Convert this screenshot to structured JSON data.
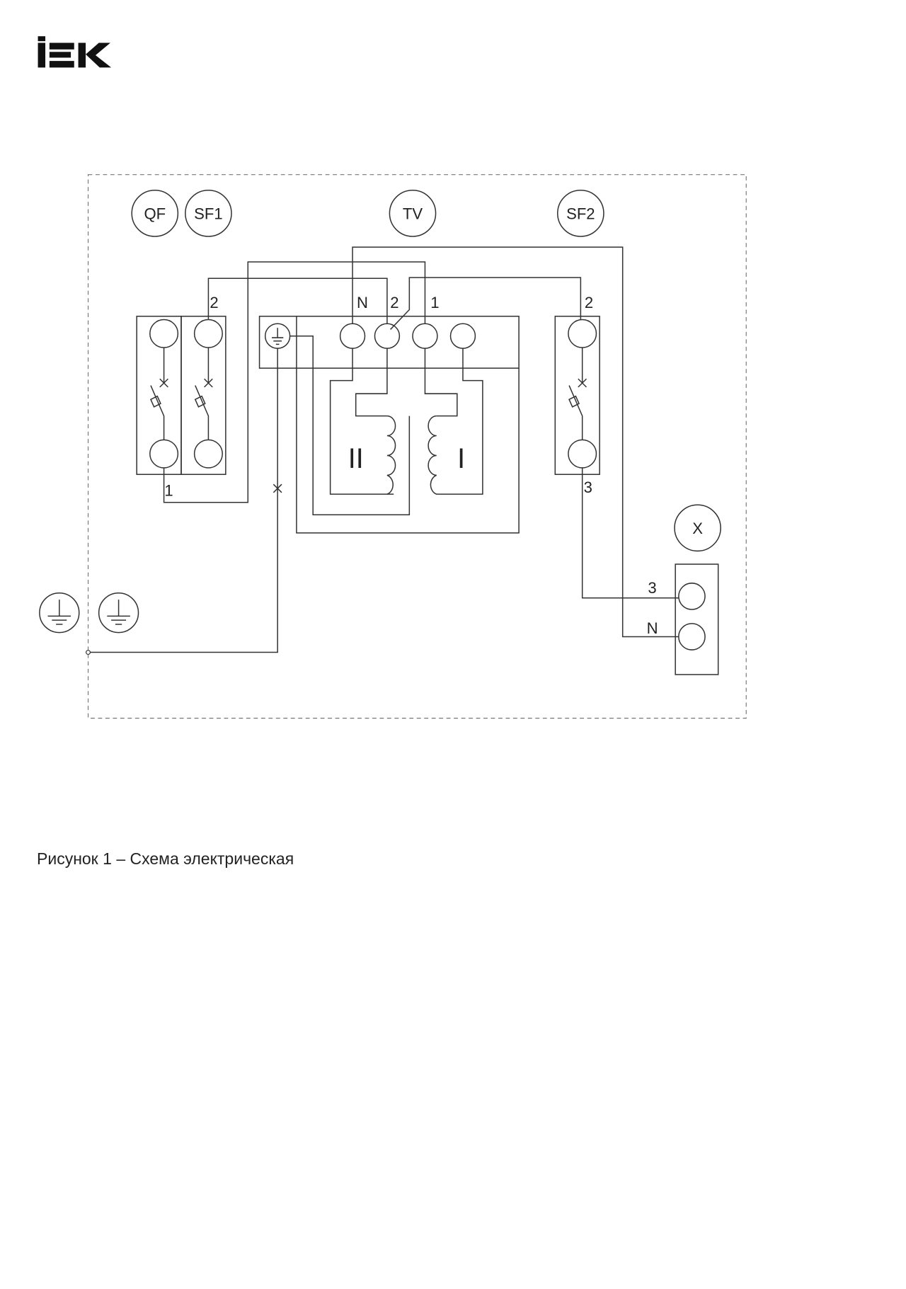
{
  "logo": {
    "text": "IEK"
  },
  "labels": {
    "qf": "QF",
    "sf1": "SF1",
    "tv": "TV",
    "sf2": "SF2",
    "x": "X"
  },
  "wire_numbers": {
    "sf1_top": "2",
    "qf_bottom": "1",
    "tv_n": "N",
    "tv_2": "2",
    "tv_1": "1",
    "sf2_top": "2",
    "sf2_bottom": "3",
    "x_3": "3",
    "x_n": "N"
  },
  "windings": {
    "secondary": "II",
    "primary": "I"
  },
  "caption": "Рисунок 1 – Схема электрическая"
}
